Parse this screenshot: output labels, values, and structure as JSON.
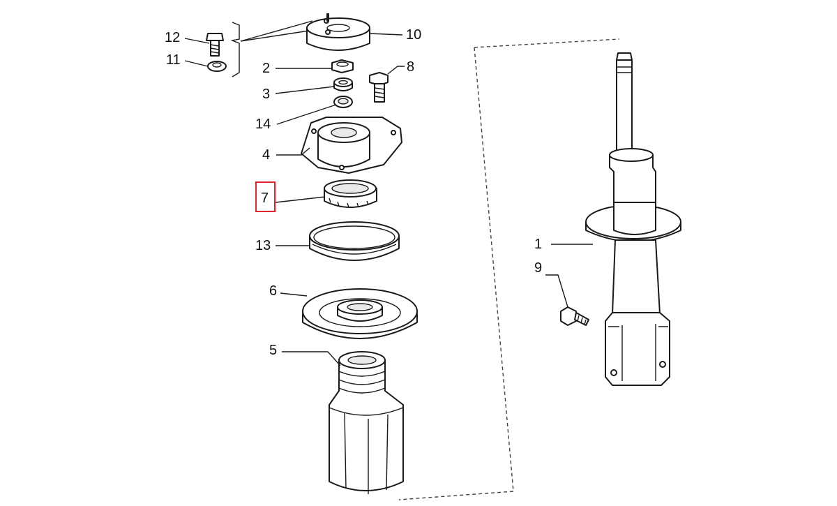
{
  "labels": {
    "p1": "1",
    "p2": "2",
    "p3": "3",
    "p4": "4",
    "p5": "5",
    "p6": "6",
    "p7": "7",
    "p8": "8",
    "p9": "9",
    "p10": "10",
    "p11": "11",
    "p12": "12",
    "p13": "13",
    "p14": "14"
  },
  "colors": {
    "highlight": "#e0242b",
    "line": "#1a1a1a"
  },
  "highlighted_part": "7"
}
